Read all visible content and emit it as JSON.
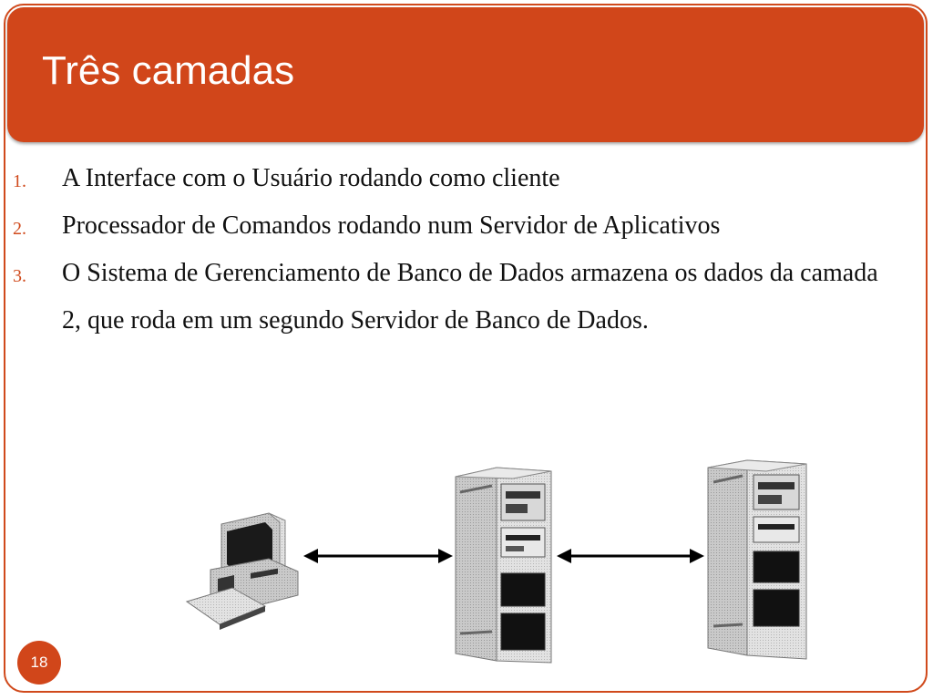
{
  "slide": {
    "title": "Três camadas",
    "page_number": "18",
    "items": [
      {
        "number": "1.",
        "text": "A Interface com o Usuário rodando como cliente"
      },
      {
        "number": "2.",
        "text": "Processador de Comandos rodando num Servidor de Aplicativos"
      },
      {
        "number": "3.",
        "text": "O Sistema de Gerenciamento de Banco de Dados armazena os dados da camada 2, que roda em um segundo Servidor de Banco de Dados."
      }
    ]
  },
  "diagram": {
    "nodes": [
      "desktop-computer-icon",
      "application-server-icon",
      "database-server-icon"
    ],
    "connections": [
      "bidirectional-arrow",
      "bidirectional-arrow"
    ]
  }
}
